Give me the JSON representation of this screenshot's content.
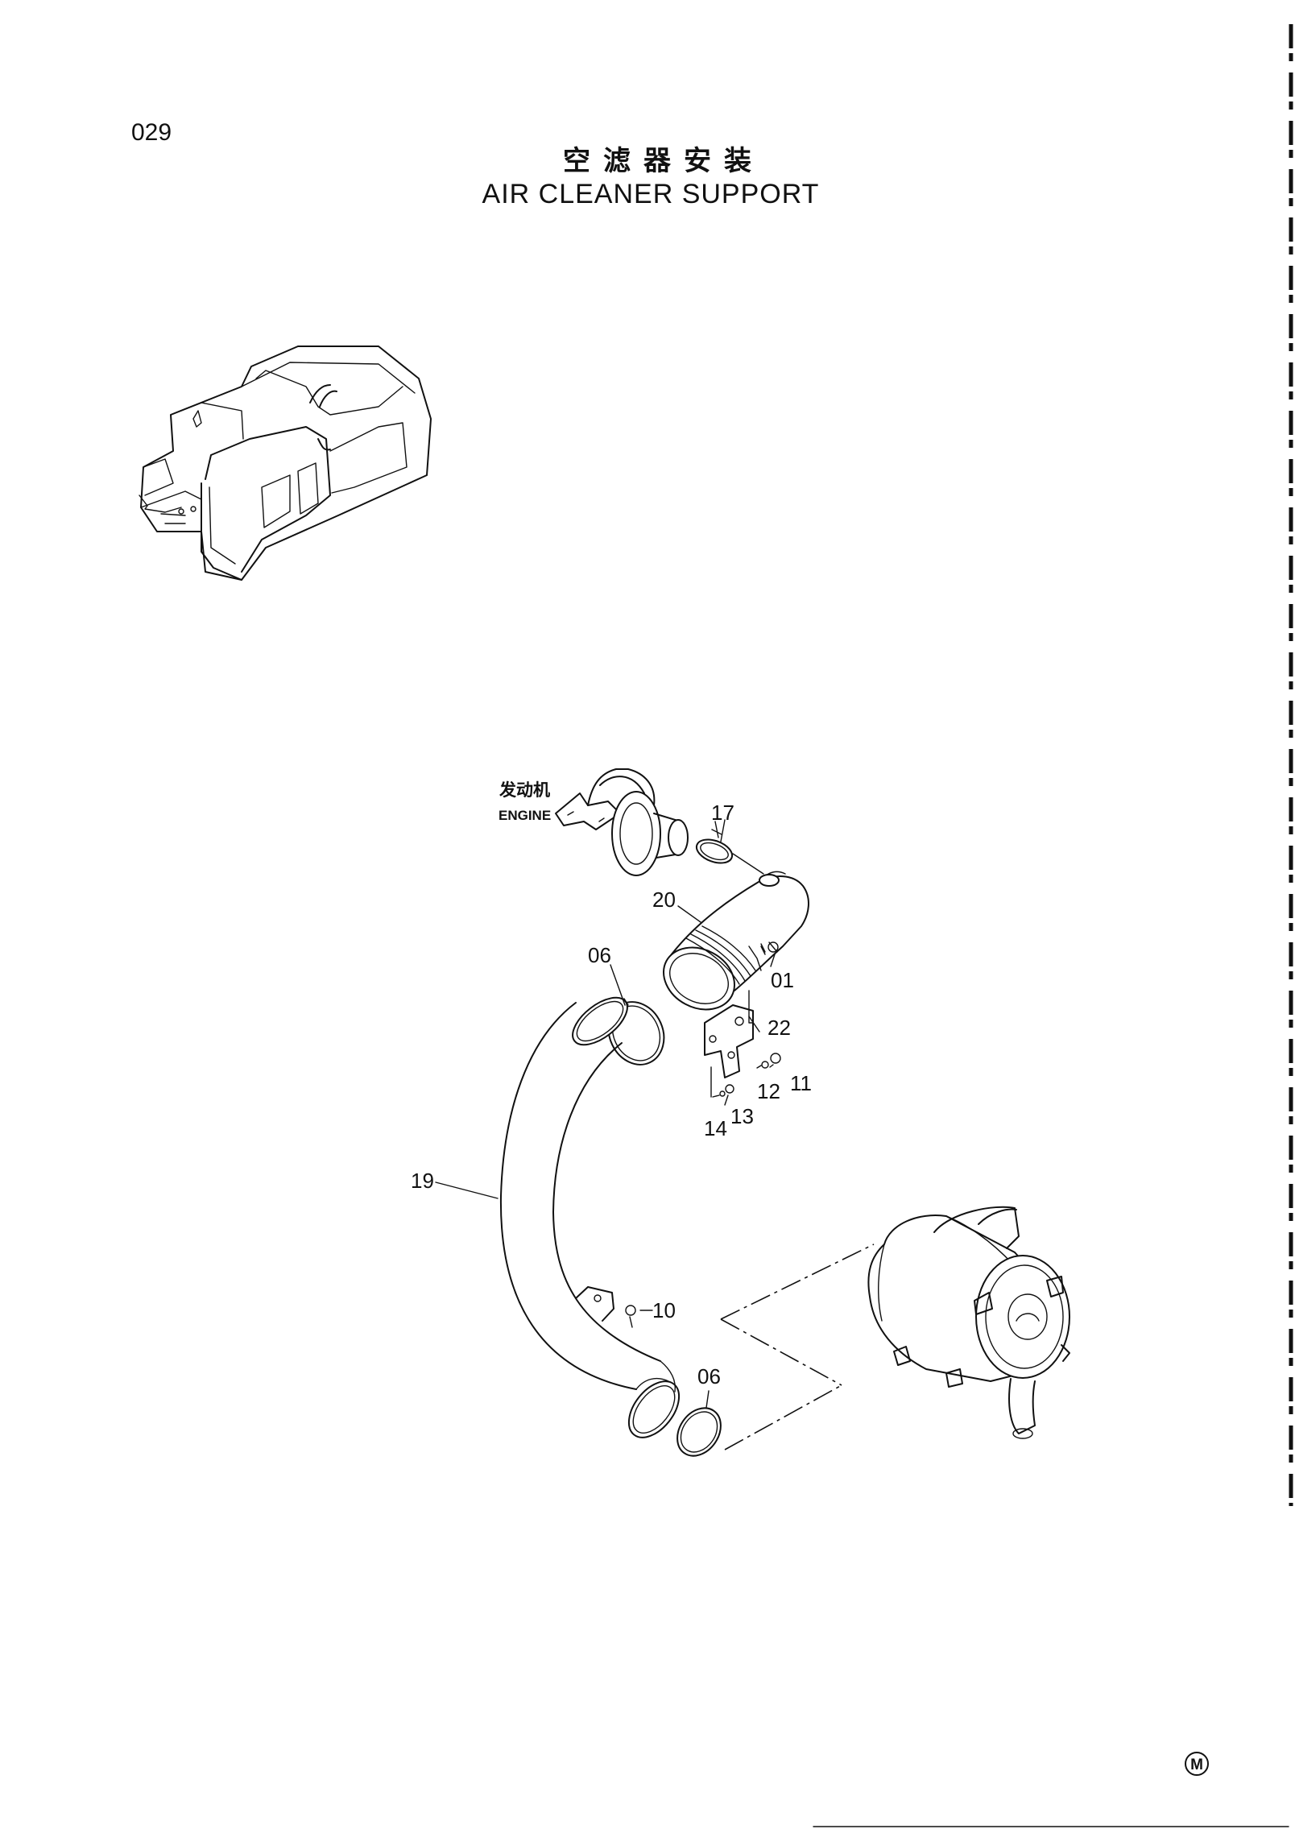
{
  "header": {
    "page_number": "029",
    "title_cn": "空滤器安装",
    "title_en": "AIR CLEANER SUPPORT"
  },
  "diagram": {
    "engine_label_cn": "发动机",
    "engine_label_en": "ENGINE",
    "callouts": {
      "c17": "17",
      "c20": "20",
      "c06a": "06",
      "c01": "01",
      "c22": "22",
      "c11": "11",
      "c12": "12",
      "c13": "13",
      "c14": "14",
      "c19": "19",
      "c10": "10",
      "c06b": "06"
    }
  },
  "footer": {
    "mark": "M"
  }
}
